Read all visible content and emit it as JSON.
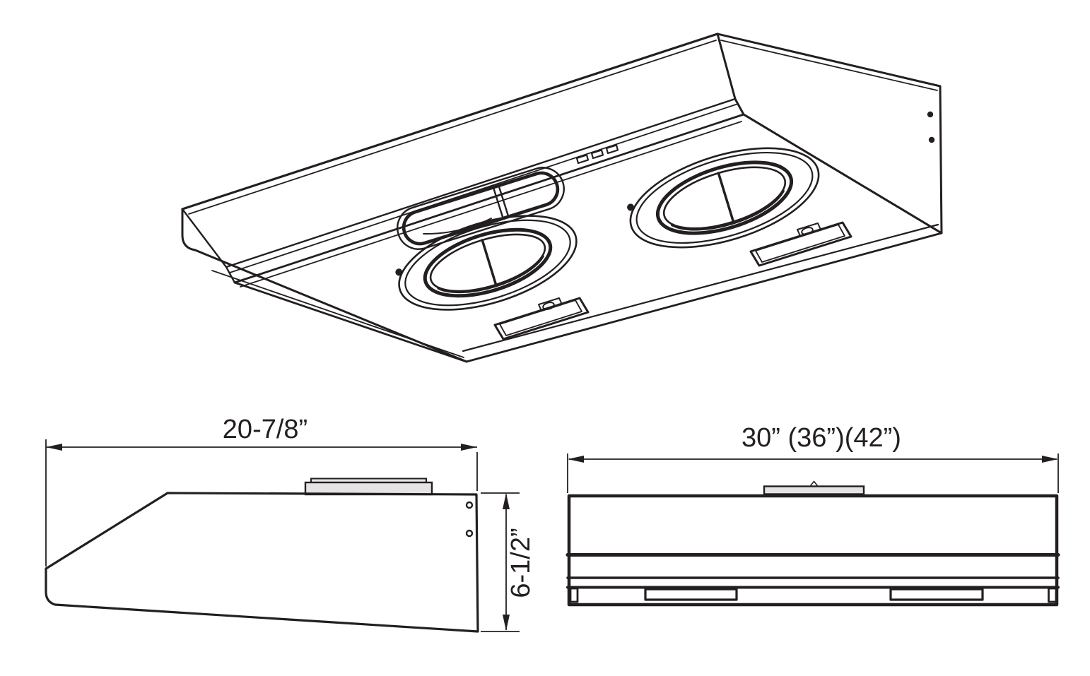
{
  "drawing": {
    "subject": "under-cabinet range hood dimensional drawing",
    "views": [
      "isometric-bottom-view",
      "side-view",
      "front-view"
    ]
  },
  "dimensions": {
    "depth": "20-7/8”",
    "height": "6-1/2”",
    "width": "30” (36”)(42”)"
  },
  "colors": {
    "line": "#231f20",
    "duct_collar_fill": "#e4e4e4",
    "background": "#ffffff"
  }
}
